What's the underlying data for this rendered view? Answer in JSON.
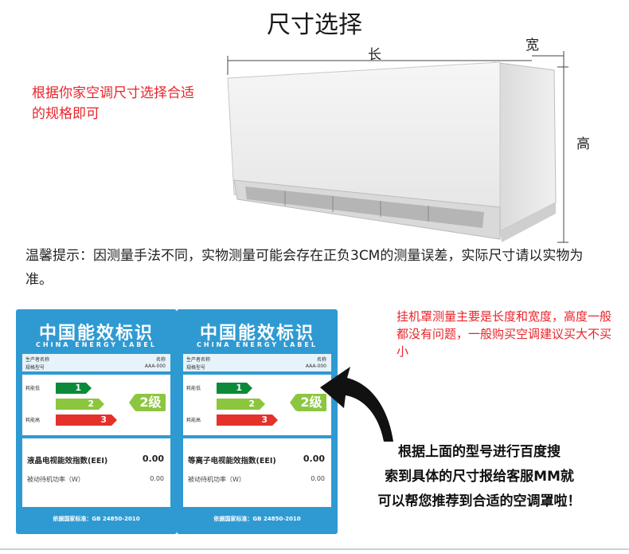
{
  "title": "尺寸选择",
  "dims": {
    "length": "长",
    "width": "宽",
    "height": "高"
  },
  "note_red": "根据你家空调尺寸选择合适的规格即可",
  "tip": "温馨提示：因测量手法不同，实物测量可能会存在正负3CM的测量误差，实际尺寸请以实物为准。",
  "note_red2": "挂机罩测量主要是长度和宽度，高度一般都没有问题，一般购买空调建议买大不买小",
  "note_black_lines": [
    "根据上面的型号进行百度搜",
    "索到具体的尺寸报给客服MM就",
    "可以帮您推荐到合适的空调罩啦！"
  ],
  "labels": [
    {
      "brand": "中国能效标识",
      "brand_en": "CHINA ENERGY LABEL",
      "maker": "生产者名称",
      "model": "规格型号",
      "name_tag": "名称",
      "model_val": "AAA-000",
      "low": "耗能低",
      "high": "耗能高",
      "grades": [
        "1",
        "2",
        "3"
      ],
      "badge": "2级",
      "index_name": "液晶电视能效指数(EEI)",
      "index_val": "0.00",
      "standby_name": "被动待机功率（W）",
      "standby_val": "0.00",
      "std": "依据国家标准：GB 24850-2010"
    },
    {
      "brand": "中国能效标识",
      "brand_en": "CHINA ENERGY LABEL",
      "maker": "生产者名称",
      "model": "规格型号",
      "name_tag": "名称",
      "model_val": "AAA-000",
      "low": "耗能低",
      "high": "耗能高",
      "grades": [
        "1",
        "2",
        "3"
      ],
      "badge": "2级",
      "index_name": "等离子电视能效指数(EEI)",
      "index_val": "0.00",
      "standby_name": "被动待机功率（W）",
      "standby_val": "0.00",
      "std": "依据国家标准：GB 24850-2010"
    }
  ]
}
